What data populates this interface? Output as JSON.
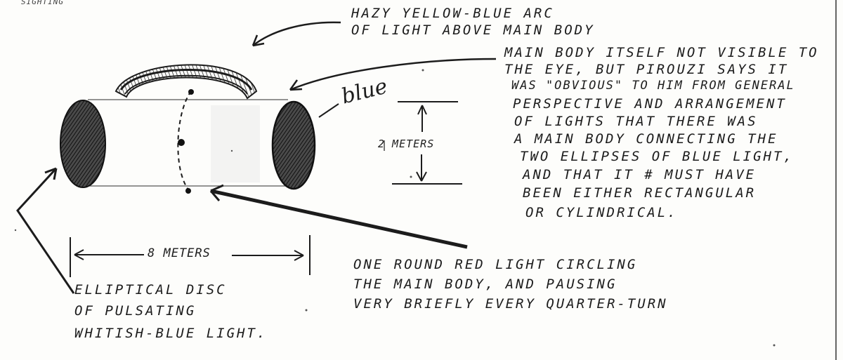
{
  "corner_fragment": "SIGHTING",
  "labels": {
    "arc_line1": "HAZY YELLOW-BLUE ARC",
    "arc_line2": "OF LIGHT ABOVE MAIN BODY",
    "body_lines": [
      "MAIN BODY ITSELF NOT VISIBLE TO",
      "THE EYE, BUT PIROUZI SAYS IT",
      "WAS \"OBVIOUS\" TO HIM FROM GENERAL",
      "PERSPECTIVE AND ARRANGEMENT",
      "OF LIGHTS THAT THERE WAS",
      "A MAIN BODY CONNECTING THE",
      "TWO ELLIPSES OF BLUE LIGHT,",
      "AND THAT IT # MUST HAVE",
      "BEEN EITHER RECTANGULAR",
      "OR CYLINDRICAL."
    ],
    "blue_note": "blue",
    "height_dim": "2 METERS",
    "width_dim": "8 METERS",
    "red_light_lines": [
      "ONE ROUND RED LIGHT CIRCLING",
      "THE MAIN BODY, AND PAUSING",
      "VERY BRIEFLY EVERY QUARTER-TURN"
    ],
    "disc_lines": [
      "ELLIPTICAL DISC",
      "OF PULSATING",
      "WHITISH-BLUE LIGHT."
    ]
  },
  "colors": {
    "ink": "#1c1c1c",
    "paper": "#fdfdfb",
    "shade": "#2a2a2a"
  }
}
